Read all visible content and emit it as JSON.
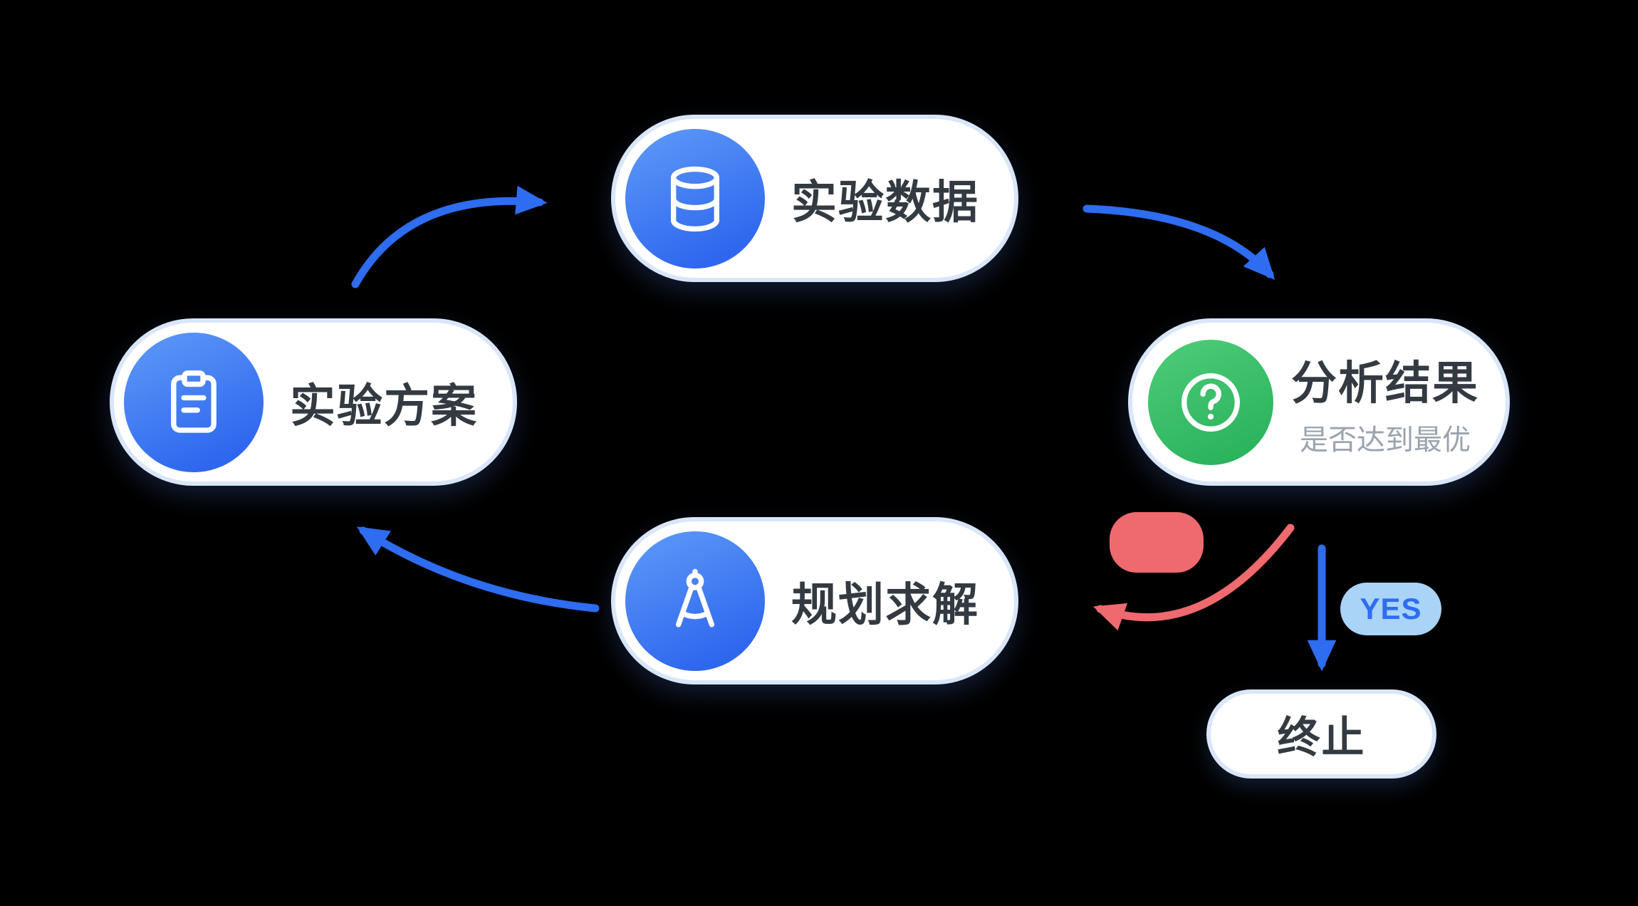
{
  "diagram": {
    "title": "experiment-optimization-cycle",
    "nodes": {
      "experiment_plan": {
        "label": "实验方案"
      },
      "experiment_data": {
        "label": "实验数据"
      },
      "analyze_result": {
        "label": "分析结果",
        "sublabel": "是否达到最优"
      },
      "solver": {
        "label": "规划求解"
      },
      "terminate": {
        "label": "终止"
      }
    },
    "badges": {
      "yes": {
        "label": "YES"
      },
      "no": {
        "label": ""
      }
    },
    "edges": [
      {
        "from": "experiment_plan",
        "to": "experiment_data",
        "color": "blue"
      },
      {
        "from": "experiment_data",
        "to": "analyze_result",
        "color": "blue"
      },
      {
        "from": "analyze_result",
        "to": "terminate",
        "color": "blue",
        "label": "YES"
      },
      {
        "from": "analyze_result",
        "to": "solver",
        "color": "red"
      },
      {
        "from": "solver",
        "to": "experiment_plan",
        "color": "blue"
      }
    ],
    "colors": {
      "background": "#000000",
      "pill_border": "#d9e6fa",
      "arrow_blue": "#2e6cf0",
      "arrow_red": "#ee6a6e",
      "icon_blue": "#3d76f3",
      "icon_green": "#3cc06a",
      "yes_badge_bg": "#a9d3f7",
      "yes_badge_text": "#2e6cf0",
      "title_text": "#333a41",
      "subtitle_text": "#9aa3ae"
    }
  }
}
